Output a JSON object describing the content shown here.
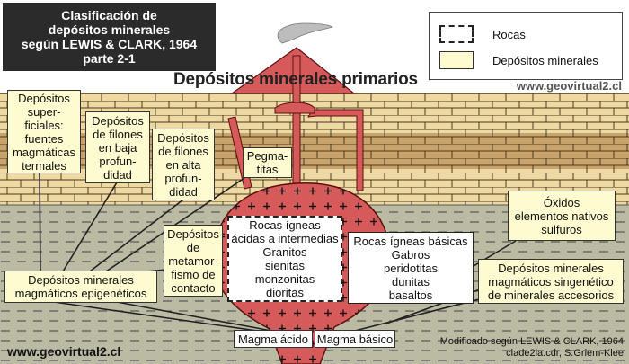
{
  "title_lines": [
    "Clasificación de",
    "depósitos minerales",
    "según LEWIS & CLARK, 1964",
    "parte 2-1"
  ],
  "heading": "Depósitos minerales primarios",
  "watermark_top": "www.geovirtual2.cl",
  "watermark_bottom": "www.geovirtual2.cl",
  "credit_lines": [
    "Modificado según LEWIS & CLARK, 1964",
    "clade2ia.cdr, S.Griem-Klee"
  ],
  "legend": {
    "rocks": "Rocas",
    "deposits": "Depósitos minerales"
  },
  "boxes": {
    "superficiales": [
      "Depósitos",
      "super-",
      "ficiales:",
      "fuentes",
      "magmáticas",
      "termales"
    ],
    "baja": [
      "Depósitos",
      "de filones",
      "en baja",
      "profun-",
      "didad"
    ],
    "alta": [
      "Depósitos",
      "de filones",
      "en alta",
      "profun-",
      "didad"
    ],
    "pegmatitas": [
      "Pegma-",
      "titas"
    ],
    "epigeneticos": [
      "Depósitos minerales",
      "magmáticos epigenéticos"
    ],
    "metamorfismo": [
      "Depósitos",
      "de",
      "metamor-",
      "fismo de",
      "contacto"
    ],
    "acidas": [
      "Rocas ígneas",
      "ácidas a intermedias",
      "Granitos",
      "sienitas",
      "monzonitas",
      "dioritas"
    ],
    "basicas": [
      "Rocas ígneas básicas",
      "Gabros",
      "peridotitas",
      "dunitas",
      "basaltos"
    ],
    "oxidos": [
      "Óxidos",
      "elementos nativos",
      "sulfuros"
    ],
    "singeneticos": [
      "Depósitos minerales",
      "magmáticos singenético",
      "de minerales accesorios"
    ],
    "magma_acido": [
      "Magma ácido"
    ],
    "magma_basico": [
      "Magma básico"
    ]
  },
  "colors": {
    "sky": "#ffffff",
    "sediment_light": "#efd9a2",
    "sediment_dark": "#c9a36c",
    "brick_line": "#4a3a1f",
    "basement": "#bbbba4",
    "magma": "#d65a5a",
    "magma_outline": "#5a1010",
    "box_fill": "#fffbd0",
    "title_bg": "#2b2b2b"
  }
}
